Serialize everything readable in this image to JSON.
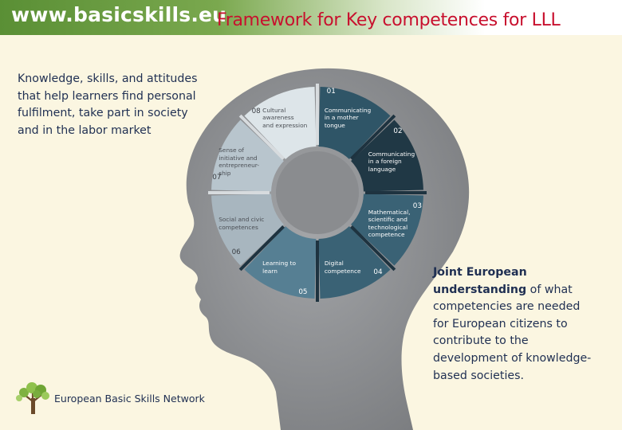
{
  "header": {
    "site_url": "www.basicskills.eu",
    "title": "Framework for Key competences for LLL"
  },
  "left_text": "Knowledge, skills, and attitudes that help learners find personal fulfilment, take part in society and in the labor market",
  "right_text": {
    "bold_part": "Joint European understanding",
    "rest": " of what competencies are needed for European citizens to contribute to the development of knowledge-based societies."
  },
  "competences": [
    {
      "number": "01",
      "label_lines": [
        "Communicating",
        "in a mother",
        "tongue"
      ]
    },
    {
      "number": "02",
      "label_lines": [
        "Communicating",
        "in a foreign",
        "language"
      ]
    },
    {
      "number": "03",
      "label_lines": [
        "Mathematical,",
        "scientific and",
        "technological",
        "competence"
      ]
    },
    {
      "number": "04",
      "label_lines": [
        "Digital",
        "competence"
      ]
    },
    {
      "number": "05",
      "label_lines": [
        "Learning to",
        "learn"
      ]
    },
    {
      "number": "06",
      "label_lines": [
        "Social and civic",
        "competences"
      ]
    },
    {
      "number": "07",
      "label_lines": [
        "Sense of",
        "initiative and",
        "entrepreneur-",
        "ship"
      ]
    },
    {
      "number": "08",
      "label_lines": [
        "Cultural",
        "awareness",
        "and expression"
      ]
    }
  ],
  "footer": {
    "logo_icon": "tree-icon",
    "organization": "European Basic Skills Network"
  },
  "colors": {
    "header_green": "#5a8f35",
    "title_red": "#c8102e",
    "text_navy": "#1f2f52",
    "background": "#fbf6e1",
    "head_silhouette": "#8a8c8f"
  }
}
